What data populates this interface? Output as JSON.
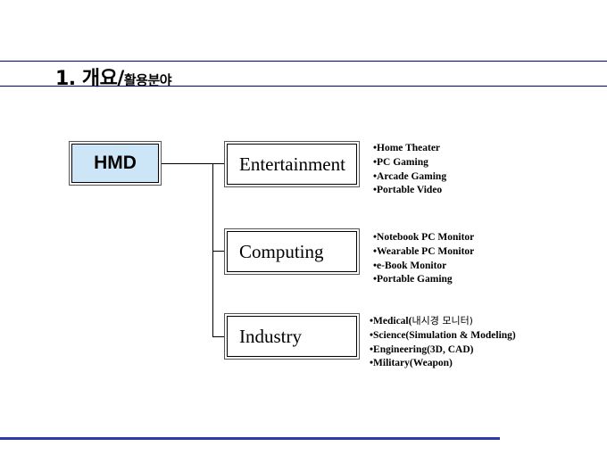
{
  "title": {
    "main": "1. 개요/",
    "sub": "활용분야"
  },
  "root": {
    "label": "HMD"
  },
  "categories": [
    {
      "label": "Entertainment",
      "items": [
        "Home Theater",
        "PC Gaming",
        "Arcade Gaming",
        "Portable Video"
      ]
    },
    {
      "label": "Computing",
      "items": [
        "Notebook PC Monitor",
        "Wearable PC Monitor",
        "e-Book Monitor",
        "Portable Gaming"
      ]
    },
    {
      "label": "Industry",
      "items": [
        "Medical(",
        "Science(Simulation & Modeling)",
        "Engineering(3D, CAD)",
        "Military(Weapon)"
      ],
      "medical_kr": "내시경 모니터)"
    }
  ],
  "colors": {
    "root_fill": "#cde6f7",
    "rule": "#000080",
    "bottom_rule": "#2b3aa8"
  }
}
